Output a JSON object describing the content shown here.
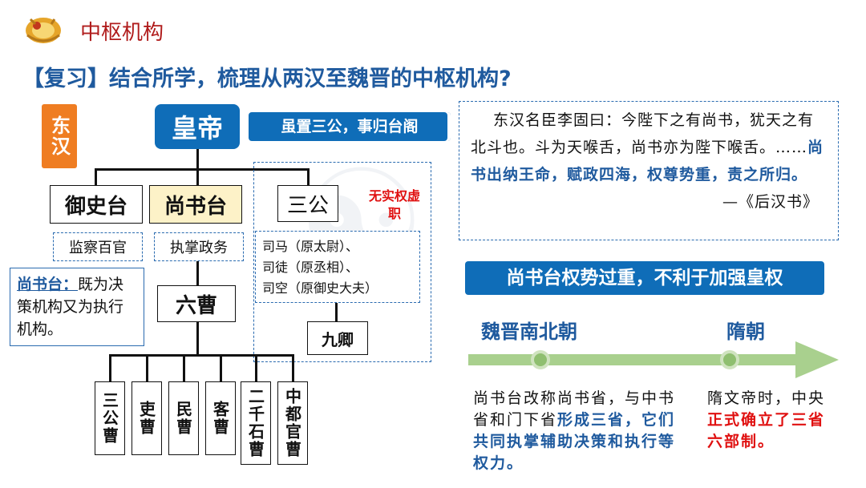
{
  "header": {
    "title": "中枢机构"
  },
  "question": "【复习】结合所学，梳理从两汉至魏晋的中枢机构?",
  "tag": "东汉",
  "emperor": "皇帝",
  "banner_top": "虽置三公，事归台阁",
  "organs": {
    "yushitai": "御史台",
    "shangshutai": "尚书台",
    "sangong": "三公"
  },
  "no_real_power": "无实权虚职",
  "duties": {
    "yushitai": "监察百官",
    "shangshutai": "执掌政务"
  },
  "sangong_list": [
    "司马（原太尉）、",
    "司徒（原丞相）、",
    "司空（原御史大夫）"
  ],
  "jiuqing": "九卿",
  "note": {
    "highlight": "尚书台：",
    "rest": "既为决策机构又为执行机构。"
  },
  "liucao": "六曹",
  "cao": [
    "三公曹",
    "吏曹",
    "民曹",
    "客曹",
    "二千石曹",
    "中都官曹"
  ],
  "quote": {
    "plain": "东汉名臣李固曰：今陛下之有尚书，犹天之有北斗也。斗为天喉舌，尚书亦为陛下喉舌。……",
    "blue": "尚书出纳王命，赋政四海，权尊势重，责之所归。",
    "source": "—《后汉书》"
  },
  "banner_right": "尚书台权势过重，不利于加强皇权",
  "timeline": {
    "points": [
      "魏晋南北朝",
      "隋朝"
    ],
    "text1": {
      "a": "尚书台改称尚书省，与中书省和门下省",
      "b": "形成三省，它们共同执掌辅助决策和执行等权力。"
    },
    "text2": {
      "a": "隋文帝时，中央",
      "b": "正式确立了三省六部制。"
    }
  },
  "colors": {
    "accent_blue": "#1f5a9e",
    "banner": "#0f6db8",
    "tag_orange": "#ef7d22",
    "highlight_yellow": "#fdf2c8",
    "red": "#e01010",
    "arrow_green": "#a9d08e"
  }
}
